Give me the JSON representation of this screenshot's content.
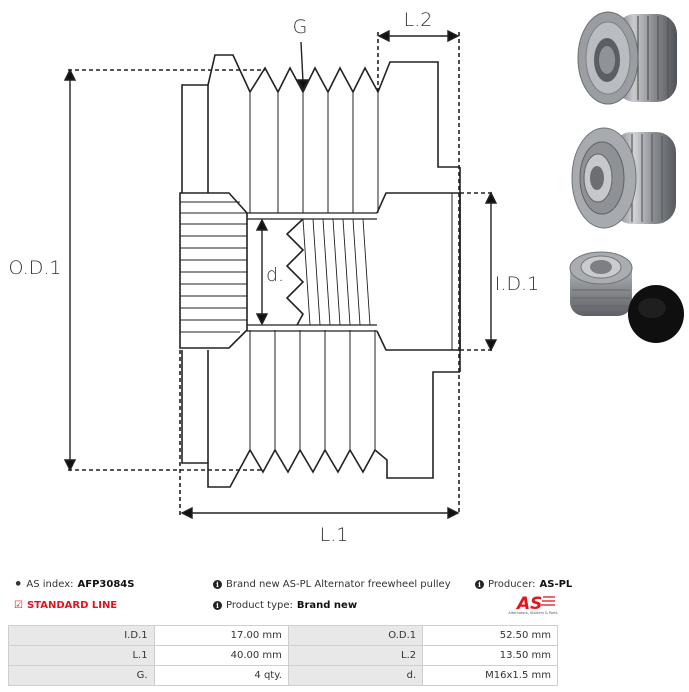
{
  "diagram": {
    "labels": {
      "groove": "G",
      "length2": "L.2",
      "outer_diameter": "O.D.1",
      "inner_thread": "d.",
      "inner_diameter": "I.D.1",
      "length1": "L.1"
    }
  },
  "photos": [
    {
      "name": "pulley-front-view"
    },
    {
      "name": "pulley-rear-view"
    },
    {
      "name": "pulley-with-cap"
    }
  ],
  "info": {
    "as_index_label": "AS index:",
    "as_index_value": "AFP3084S",
    "standard_line": "STANDARD LINE",
    "description": "Brand new AS-PL Alternator freewheel pulley",
    "product_type_label": "Product type:",
    "product_type_value": "Brand new",
    "producer_label": "Producer:",
    "producer_value": "AS-PL",
    "logo_text": "AS",
    "logo_tagline": "Alternators, Starters & Parts"
  },
  "specs": [
    {
      "label1": "I.D.1",
      "value1": "17.00 mm",
      "label2": "O.D.1",
      "value2": "52.50 mm"
    },
    {
      "label1": "L.1",
      "value1": "40.00 mm",
      "label2": "L.2",
      "value2": "13.50 mm"
    },
    {
      "label1": "G.",
      "value1": "4 qty.",
      "label2": "d.",
      "value2": "M16x1.5 mm"
    }
  ],
  "colors": {
    "accent_red": "#e3131b",
    "table_label_bg": "#e8e8e8",
    "line": "#222222"
  }
}
